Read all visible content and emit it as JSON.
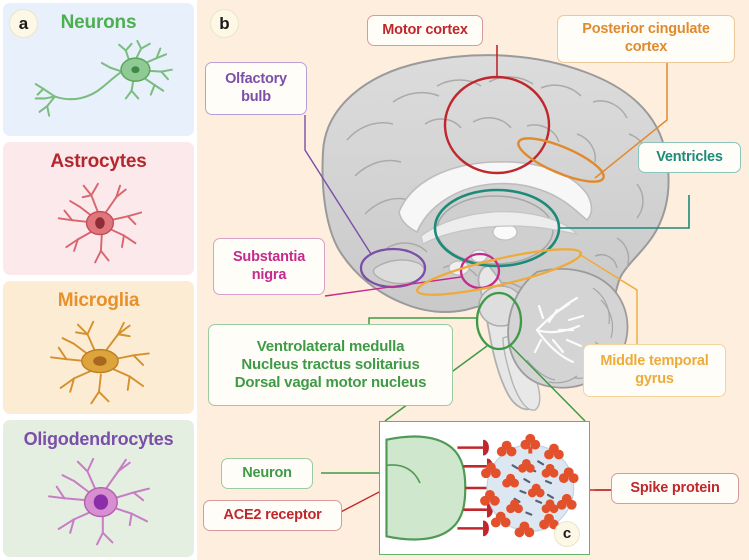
{
  "figure": {
    "background": "#fdeedd",
    "panel_a_label": "a",
    "panel_b_label": "b",
    "panel_c_label": "c"
  },
  "panel_a": {
    "cards": [
      {
        "label": "Neurons",
        "text_color": "#4caf50",
        "background": "#e7f0fb",
        "cell_color": "#7bbd7f",
        "nucleus_color": "#4f9a54",
        "icon": "neuron-cell-icon"
      },
      {
        "label": "Astrocytes",
        "text_color": "#b5272d",
        "background": "#fbe9ec",
        "cell_color": "#e06a72",
        "nucleus_color": "#8e2d33",
        "icon": "astrocyte-cell-icon"
      },
      {
        "label": "Microglia",
        "text_color": "#e8912a",
        "background": "#fdecd4",
        "cell_color": "#d99b33",
        "nucleus_color": "#a8661e",
        "icon": "microglia-cell-icon"
      },
      {
        "label": "Oligodendrocytes",
        "text_color": "#7b4fa8",
        "background": "#e4efe2",
        "cell_color": "#c77ec4",
        "nucleus_color": "#8a2fa8",
        "icon": "oligodendrocyte-cell-icon"
      }
    ]
  },
  "panel_b": {
    "title_note": "Mid-sagittal brain diagram with highlighted regions",
    "regions": [
      {
        "label": "Olfactory bulb",
        "color": "#7b4fa8",
        "highlight": "olfactory-bulb-ellipse"
      },
      {
        "label": "Motor cortex",
        "color": "#c0272d",
        "highlight": "motor-cortex-ellipse"
      },
      {
        "label": "Posterior cingulate cortex",
        "color": "#e08a2e",
        "highlight": "posterior-cingulate-ellipse"
      },
      {
        "label": "Ventricles",
        "color": "#1e8a7a",
        "highlight": "ventricles-ellipse"
      },
      {
        "label": "Substantia nigra",
        "color": "#c42b8c",
        "highlight": "substantia-nigra-ellipse"
      },
      {
        "label": "Middle temporal gyrus",
        "color": "#eeab3a",
        "highlight": "middle-temporal-gyrus-ellipse"
      }
    ],
    "brainstem_nuclei": {
      "color": "#3f9a47",
      "lines": [
        "Ventrolateral medulla",
        "Nucleus tractus solitarius",
        "Dorsal vagal motor nucleus"
      ],
      "highlight": "medulla-ellipse"
    }
  },
  "panel_c": {
    "neuron_label": "Neuron",
    "neuron_color": "#3f9a47",
    "ace2_label": "ACE2 receptor",
    "ace2_color": "#c0272d",
    "spike_label": "Spike protein",
    "spike_color": "#c0272d",
    "receptor_count": 5,
    "virus_body_color": "#dce6f0",
    "virus_spike_color": "#e2512b"
  }
}
